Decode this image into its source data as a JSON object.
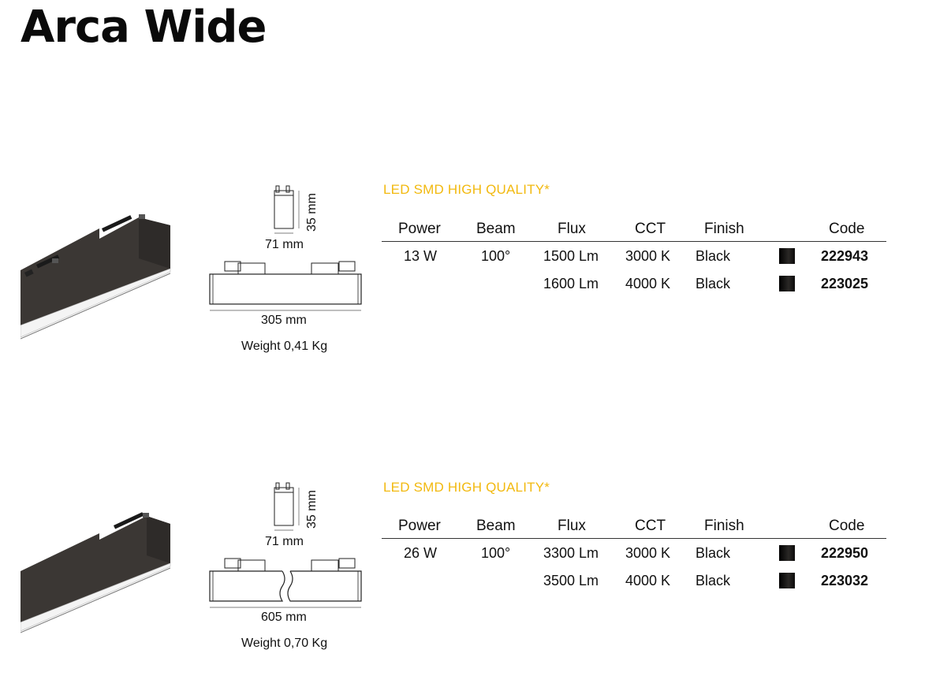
{
  "title": "Arca Wide",
  "colors": {
    "quality": "#f2b90f",
    "body": "#3b3734",
    "finish_black": "#111111"
  },
  "table_headers": [
    "Power",
    "Beam",
    "Flux",
    "CCT",
    "Finish",
    "Code"
  ],
  "sections": [
    {
      "quality_label": "LED SMD HIGH QUALITY*",
      "height_dim": "35 mm",
      "width_dim": "71 mm",
      "length_dim": "305 mm",
      "weight": "Weight 0,41 Kg",
      "rows": [
        {
          "power": "13 W",
          "beam": "100°",
          "flux": "1500 Lm",
          "cct": "3000 K",
          "finish": "Black",
          "code": "222943"
        },
        {
          "power": "",
          "beam": "",
          "flux": "1600 Lm",
          "cct": "4000 K",
          "finish": "Black",
          "code": "223025"
        }
      ]
    },
    {
      "quality_label": "LED SMD HIGH QUALITY*",
      "height_dim": "35 mm",
      "width_dim": "71 mm",
      "length_dim": "605 mm",
      "weight": "Weight 0,70 Kg",
      "rows": [
        {
          "power": "26 W",
          "beam": "100°",
          "flux": "3300 Lm",
          "cct": "3000 K",
          "finish": "Black",
          "code": "222950"
        },
        {
          "power": "",
          "beam": "",
          "flux": "3500 Lm",
          "cct": "4000 K",
          "finish": "Black",
          "code": "223032"
        }
      ]
    }
  ]
}
